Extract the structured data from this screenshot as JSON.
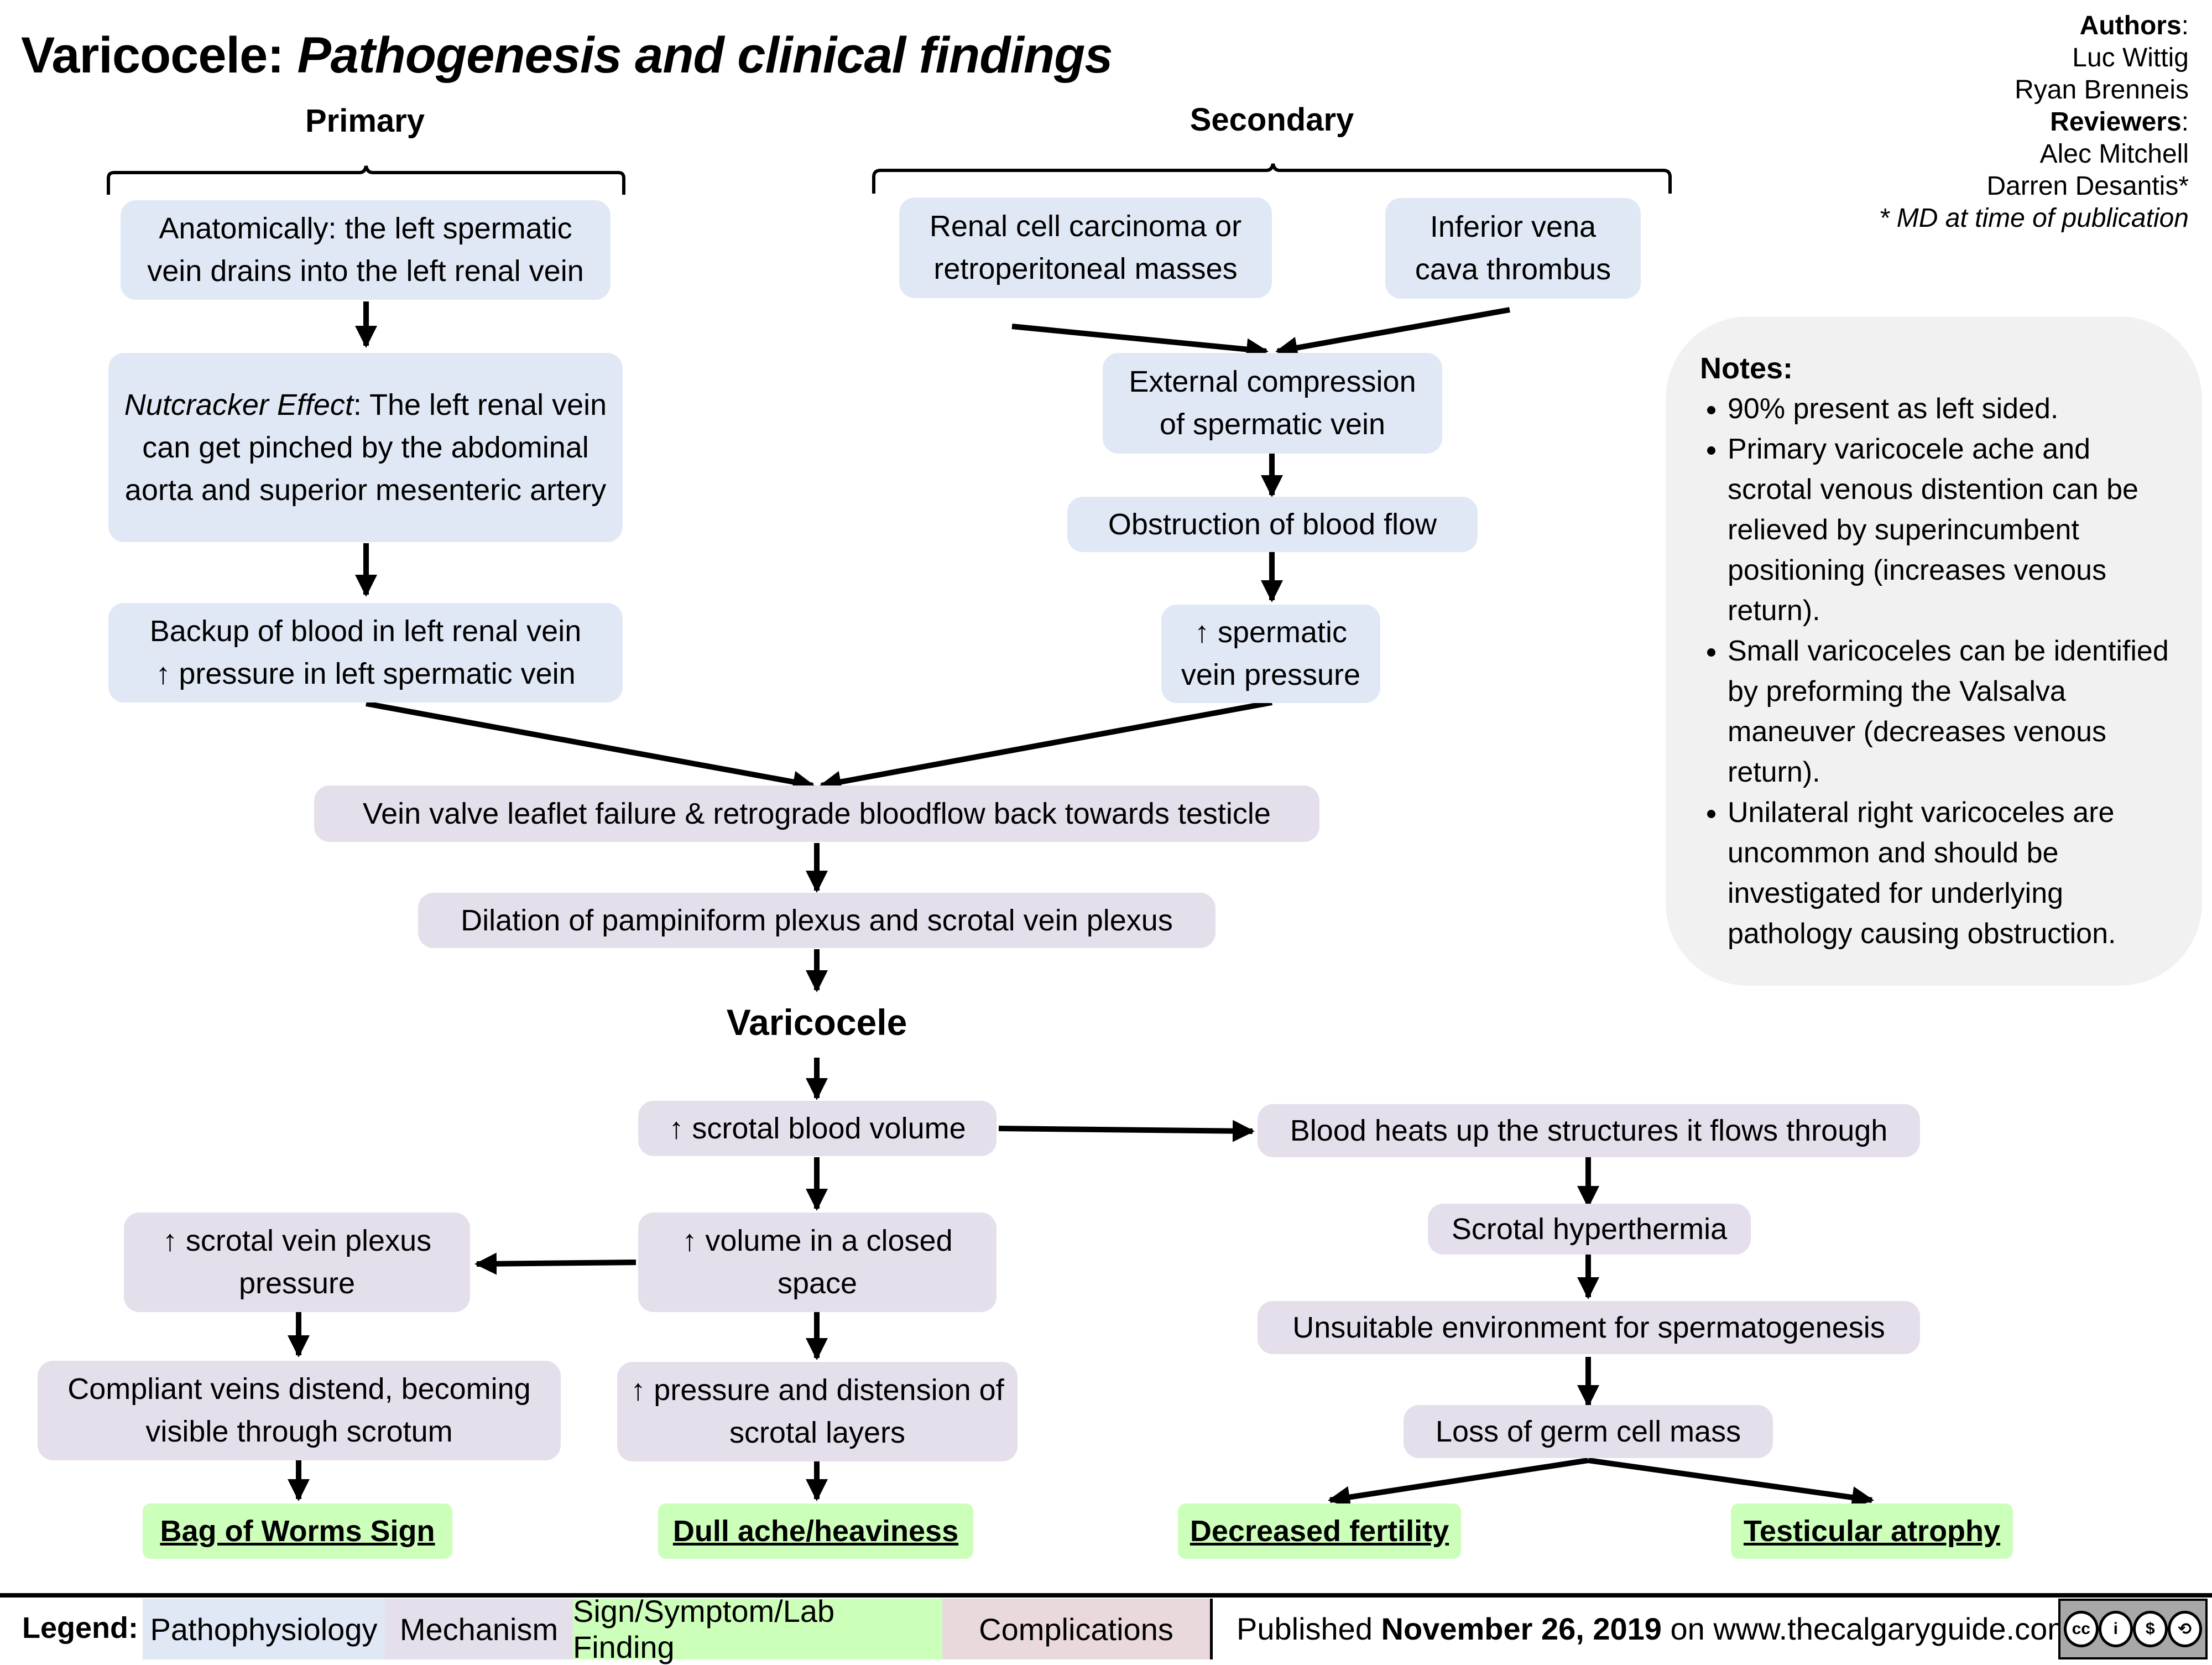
{
  "title": {
    "main": "Varicocele:",
    "subtitle": "Pathogenesis and clinical findings"
  },
  "credits": {
    "authors_label": "Authors",
    "authors": [
      "Luc Wittig",
      "Ryan Brenneis"
    ],
    "reviewers_label": "Reviewers",
    "reviewers": [
      "Alec Mitchell",
      "Darren Desantis*"
    ],
    "footnote": "* MD at time of publication"
  },
  "sections": {
    "primary": "Primary",
    "secondary": "Secondary"
  },
  "primary": {
    "anatomy": "Anatomically: the left spermatic vein drains into the left renal vein",
    "nutcracker_label": "Nutcracker Effect",
    "nutcracker_text": ": The left renal vein can get pinched by the abdominal aorta and superior mesenteric artery",
    "backup_line1": "Backup of blood in left renal vein",
    "backup_line2": "↑ pressure in left spermatic vein"
  },
  "secondary": {
    "renal": "Renal cell carcinoma or retroperitoneal masses",
    "ivc": "Inferior vena cava thrombus",
    "compression": "External compression of spermatic vein",
    "obstruction": "Obstruction of blood flow",
    "pressure": "↑ spermatic vein pressure"
  },
  "central": {
    "valve": "Vein valve leaflet failure & retrograde bloodflow back towards testicle",
    "dilation": "Dilation of pampiniform plexus and scrotal vein plexus",
    "varicocele": "Varicocele",
    "blood_volume": "↑ scrotal blood volume",
    "closed_space": "↑ volume in a closed space",
    "distension": "↑ pressure and distension of scrotal layers",
    "dull_ache": "Dull ache/heaviness"
  },
  "left_branch": {
    "plexus_pressure": "↑ scrotal vein plexus pressure",
    "compliant": "Compliant veins distend, becoming visible through scrotum",
    "bag_of_worms": "Bag of Worms Sign"
  },
  "right_branch": {
    "heats": "Blood heats up the structures it flows through",
    "hyperthermia": "Scrotal hyperthermia",
    "unsuitable": "Unsuitable environment for spermatogenesis",
    "germ_loss": "Loss of germ cell mass",
    "fertility": "Decreased fertility",
    "atrophy": "Testicular atrophy"
  },
  "notes": {
    "heading": "Notes:",
    "items": [
      "90% present as left sided.",
      "Primary varicocele ache and scrotal venous distention can be relieved by superincumbent positioning (increases venous return).",
      "Small varicoceles can be identified by preforming the Valsalva maneuver (decreases venous return).",
      "Unilateral right varicoceles are uncommon and should be investigated for underlying pathology causing obstruction."
    ]
  },
  "legend": {
    "label": "Legend:",
    "items": [
      {
        "label": "Pathophysiology",
        "color": "#e1e8f5"
      },
      {
        "label": "Mechanism",
        "color": "#e4dfeb"
      },
      {
        "label": "Sign/Symptom/Lab Finding",
        "color": "#ccffb9"
      },
      {
        "label": "Complications",
        "color": "#e9d9dc"
      }
    ]
  },
  "footer": {
    "published_prefix": "Published",
    "date": "November 26, 2019",
    "published_suffix": "on www.thecalgaryguide.com",
    "license_icons": [
      "cc",
      "by",
      "nc",
      "sa"
    ]
  }
}
